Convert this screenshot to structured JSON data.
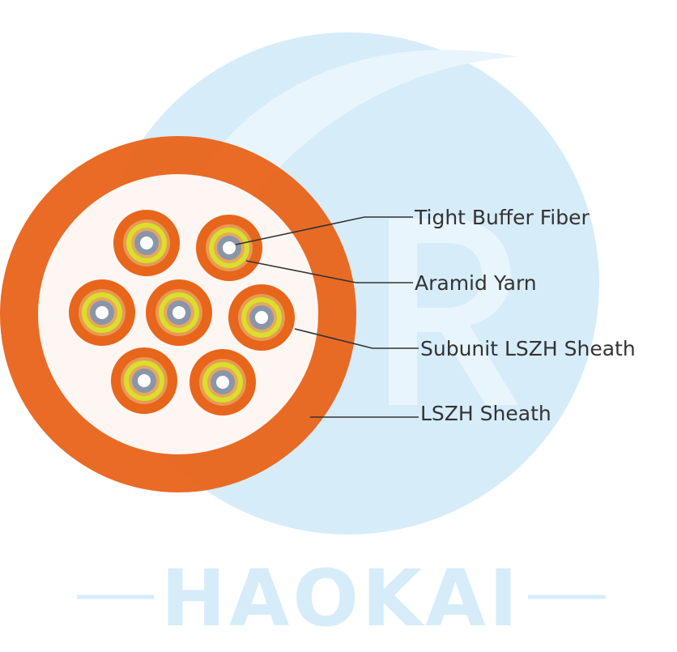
{
  "watermark": {
    "text": "HAOKAI",
    "color": "#d6ecf9",
    "letter_color": "#e9f5fc"
  },
  "diagram": {
    "labels": {
      "tight_buffer_fiber": "Tight Buffer Fiber",
      "aramid_yarn": "Aramid Yarn",
      "subunit_sheath": "Subunit LSZH Sheath",
      "lszh_sheath": "LSZH Sheath"
    },
    "colors": {
      "outer_sheath": "#e8651c",
      "subunit_sheath": "#e8651c",
      "aramid_yarn": "#d9df2a",
      "tight_buffer": "#8a96a8",
      "inner_fill": "#ffffff",
      "leader_line": "#333333",
      "label_text": "#333333"
    },
    "subunit_count": 7
  }
}
